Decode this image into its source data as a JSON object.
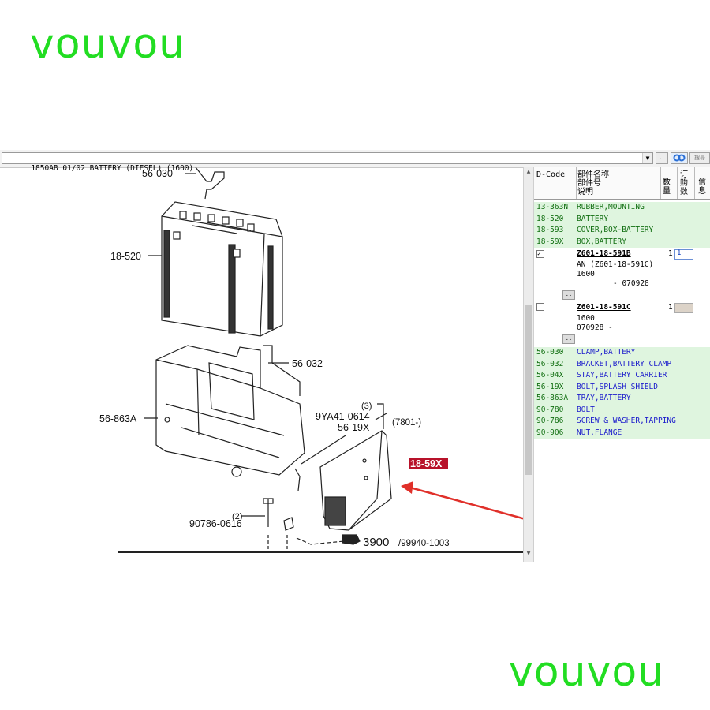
{
  "watermark": {
    "top": "vouvou",
    "bottom": "vouvou"
  },
  "toolbar": {
    "combo_text": "1850AB 01/02 BATTERY (DIESEL) (1600)",
    "ellipsis": "..",
    "search_label": "搜尋"
  },
  "diagram": {
    "labels": {
      "c56_030": "56-030",
      "c18_520": "18-520",
      "c56_032": "56-032",
      "c56_863a": "56-863A",
      "c3": "(3)",
      "c9ya41": "9YA41-0614",
      "c7801": "(7801-)",
      "c56_19x": "56-19X",
      "c18_59x": "18-59X",
      "c2": "(2)",
      "c90786": "90786-0616",
      "c3900": "3900",
      "c99940": "/99940-1003"
    },
    "colors": {
      "highlight": "#b8122a",
      "arrow": "#e0302a"
    }
  },
  "parts_panel": {
    "headers": {
      "dcode": "D-Code",
      "name_l1": "部件名称",
      "name_l2": "部件号",
      "name_l3": "说明",
      "qty_l1": "数",
      "qty_l2": "量",
      "order_l1": "订",
      "order_l2": "购",
      "order_l3": "数",
      "info_l1": "信",
      "info_l2": "息"
    },
    "rows_top": [
      {
        "code": "13-363N",
        "desc": "RUBBER,MOUNTING"
      },
      {
        "code": "18-520",
        "desc": "BATTERY"
      },
      {
        "code": "18-593",
        "desc": "COVER,BOX-BATTERY"
      },
      {
        "code": "18-59X",
        "desc": "BOX,BATTERY"
      }
    ],
    "part1": {
      "check": "✓",
      "pn": "Z601-18-591B",
      "qty": "1",
      "order": "1",
      "line2": "AN (Z601-18-591C)",
      "line3": "1600",
      "line4": "- 070928",
      "btn": ".."
    },
    "part2": {
      "pn": "Z601-18-591C",
      "qty": "1",
      "line2": "1600",
      "line3": "070928  -"
    },
    "rows_bottom": [
      {
        "code": "56-030",
        "desc": "CLAMP,BATTERY"
      },
      {
        "code": "56-032",
        "desc": "BRACKET,BATTERY CLAMP"
      },
      {
        "code": "56-04X",
        "desc": "STAY,BATTERY CARRIER"
      },
      {
        "code": "56-19X",
        "desc": "BOLT,SPLASH SHIELD"
      },
      {
        "code": "56-863A",
        "desc": "TRAY,BATTERY"
      },
      {
        "code": "90-780",
        "desc": "BOLT"
      },
      {
        "code": "90-786",
        "desc": "SCREW & WASHER,TAPPING"
      },
      {
        "code": "90-906",
        "desc": "NUT,FLANGE"
      }
    ],
    "colors": {
      "green_text": "#106e10",
      "blue_text": "#1c1ccc",
      "row_bg": "#dff5df"
    }
  }
}
